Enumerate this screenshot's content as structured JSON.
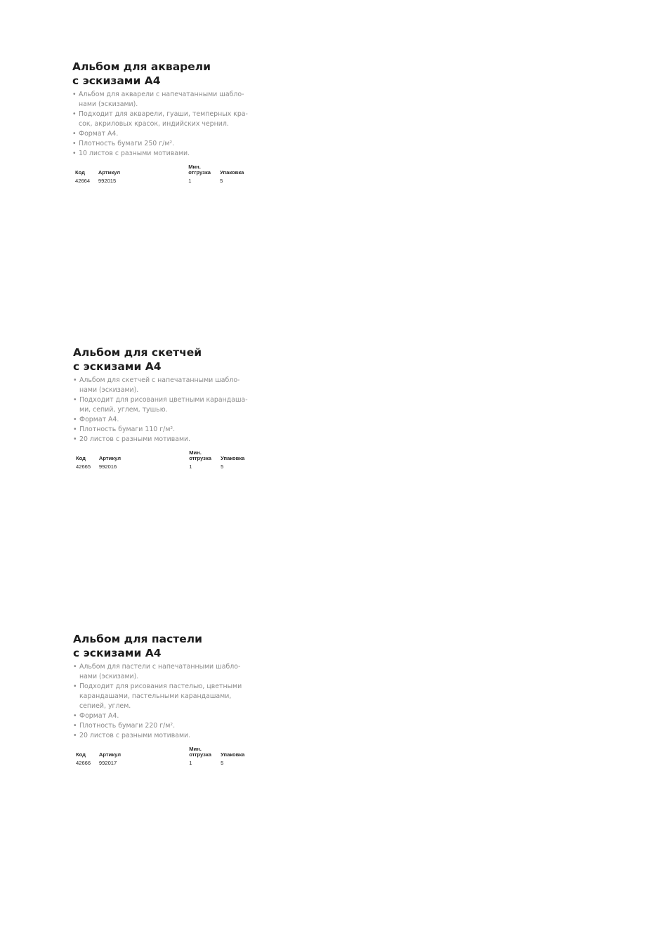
{
  "products": [
    {
      "title_line1": "Альбом для акварели",
      "title_line2": "с эскизами А4",
      "features": [
        "Альбом для акварели с напечатанными шабло-\nнами (эскизами).",
        "Подходит для акварели, гуаши, темперных кра-\nсок, акриловых красок, индийских чернил.",
        "Формат А4.",
        "Плотность бумаги 250 г/м².",
        "10 листов с разными мотивами."
      ],
      "table": {
        "headers": [
          "Код",
          "Артикул",
          "Мин.\nотгрузка",
          "Упаковка"
        ],
        "row": [
          "42664",
          "992015",
          "1",
          "5"
        ]
      }
    },
    {
      "title_line1": "Альбом для скетчей",
      "title_line2": "с эскизами А4",
      "features": [
        "Альбом для скетчей с напечатанными шабло-\nнами (эскизами).",
        "Подходит для рисования цветными карандаша-\nми, сепий, углем, тушью.",
        "Формат А4.",
        "Плотность бумаги 110 г/м².",
        "20 листов с разными мотивами."
      ],
      "table": {
        "headers": [
          "Код",
          "Артикул",
          "Мин.\nотгрузка",
          "Упаковка"
        ],
        "row": [
          "42665",
          "992016",
          "1",
          "5"
        ]
      }
    },
    {
      "title_line1": "Альбом для пастели",
      "title_line2": "с эскизами А4",
      "features": [
        "Альбом для пастели с напечатанными шабло-\nнами (эскизами).",
        "Подходит для рисования пастелью, цветными\nкарандашами, пастельными карандашами,\nсепией, углем.",
        "Формат А4.",
        "Плотность бумаги 220 г/м².",
        "20 листов с разными мотивами."
      ],
      "table": {
        "headers": [
          "Код",
          "Артикул",
          "Мин.\nотгрузка",
          "Упаковка"
        ],
        "row": [
          "42666",
          "992017",
          "1",
          "5"
        ]
      }
    }
  ]
}
